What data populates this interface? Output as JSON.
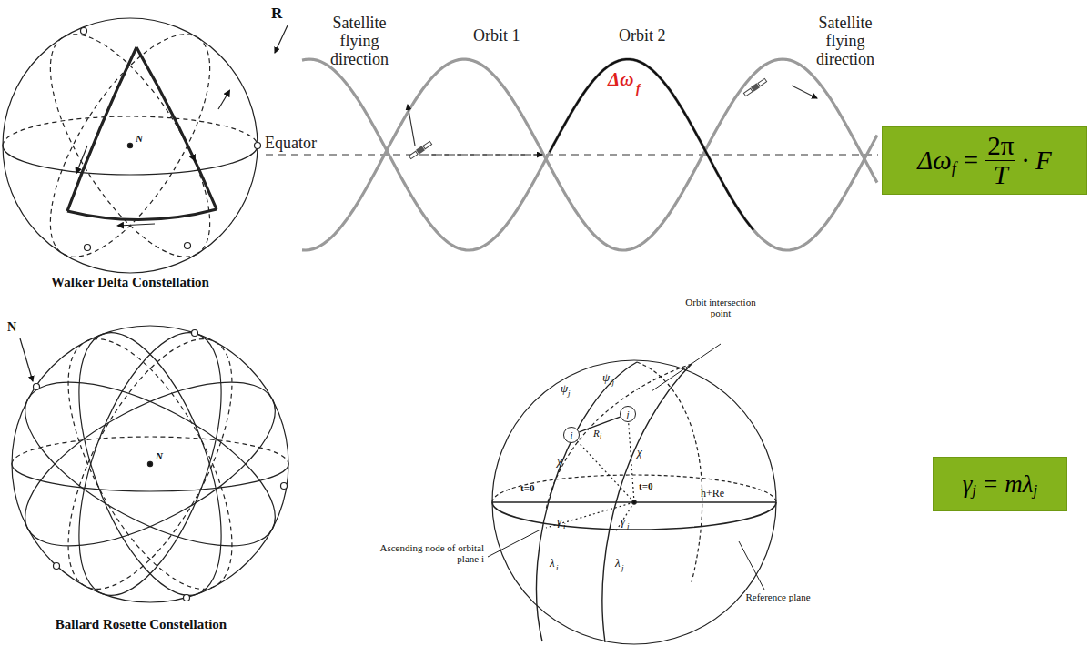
{
  "diagram": {
    "nodes": [
      {
        "text": [
          "Δω",
          "f",
          "=",
          "2π",
          "T",
          "·",
          "F"
        ]
      },
      {
        "text": [
          "γ",
          "j",
          "=",
          "m",
          "λ",
          "j"
        ]
      },
      {
        "text": [
          "i"
        ]
      },
      {
        "text": [
          "j"
        ]
      }
    ],
    "edges": [
      {
        "from": 2,
        "to": 3,
        "arrow": "none"
      }
    ],
    "labels": [
      "R",
      "N",
      "Walker Delta Constellation",
      "Satellite flying direction",
      "Orbit 1",
      "Orbit 2",
      "Δω",
      "f",
      "Satellite flying direction",
      "Equator",
      "N",
      "N",
      "Ballard Rosette Constellation",
      "Orbit intersection point",
      "ψ",
      "j",
      "ψ",
      "ij",
      "R",
      "i",
      "χ",
      "χ",
      "t=0",
      "t=0",
      "γ",
      "i",
      "γ",
      "j",
      "λ",
      "i",
      "λ",
      "j",
      "h+Re",
      "Ascending node of orbital plane i",
      "Reference plane"
    ]
  }
}
